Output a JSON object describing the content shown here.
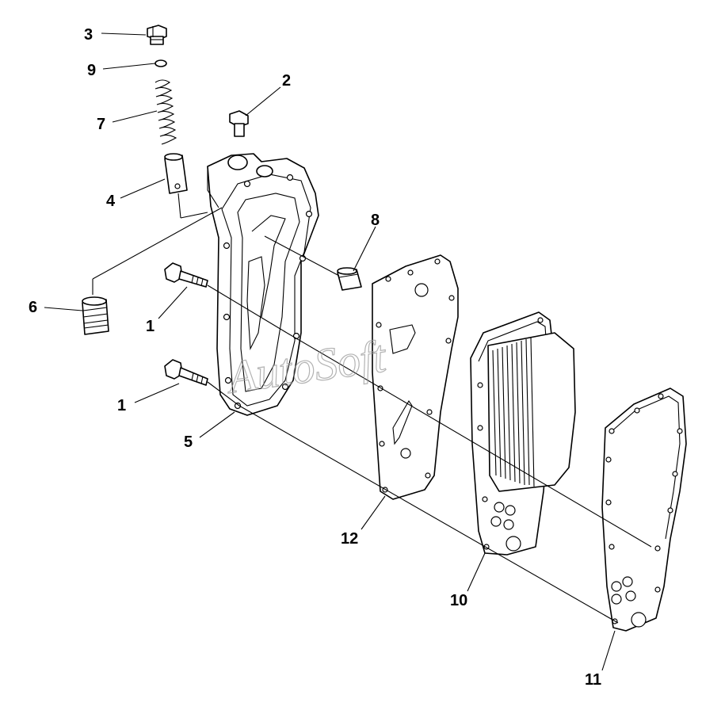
{
  "watermark": "AutoSoft",
  "callouts": [
    {
      "id": "c3",
      "label": "3"
    },
    {
      "id": "c9",
      "label": "9"
    },
    {
      "id": "c7",
      "label": "7"
    },
    {
      "id": "c2",
      "label": "2"
    },
    {
      "id": "c4",
      "label": "4"
    },
    {
      "id": "c8",
      "label": "8"
    },
    {
      "id": "c6",
      "label": "6"
    },
    {
      "id": "c1a",
      "label": "1"
    },
    {
      "id": "c1b",
      "label": "1"
    },
    {
      "id": "c5",
      "label": "5"
    },
    {
      "id": "c12",
      "label": "12"
    },
    {
      "id": "c10",
      "label": "10"
    },
    {
      "id": "c11",
      "label": "11"
    }
  ],
  "colors": {
    "line": "#000000",
    "background": "#ffffff",
    "watermark": "#9a9a9a"
  }
}
